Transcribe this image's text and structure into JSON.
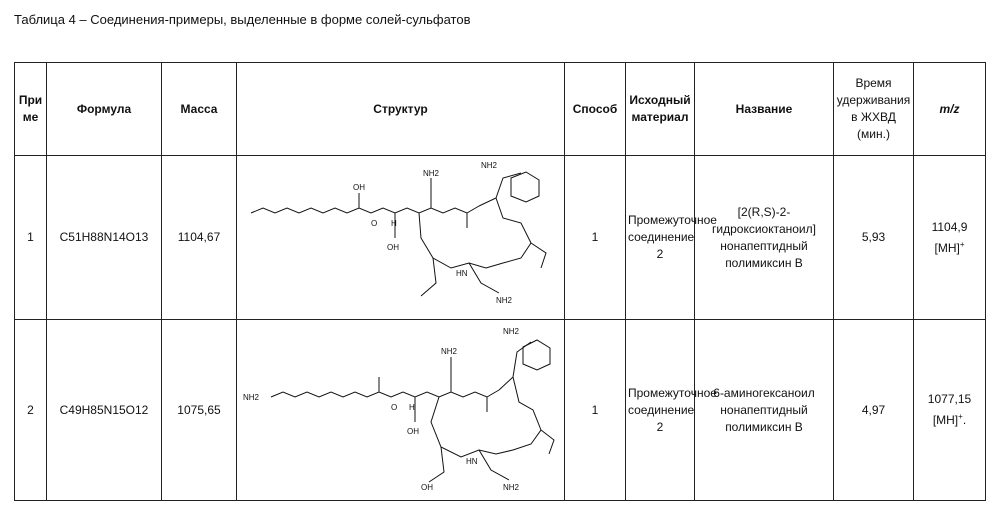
{
  "caption": "Таблица 4 – Соединения-примеры, выделенные в форме солей-сульфатов",
  "headers": {
    "example": "При ме",
    "formula": "Формула",
    "mass": "Масса",
    "structure": "Структур",
    "method": "Способ",
    "starting": "Исходный материал",
    "name": "Название",
    "rt": "Время удерживания в ЖХВД (мин.)",
    "mz": "m/z"
  },
  "rows": [
    {
      "example": "1",
      "formula": "C51H88N14O13",
      "mass": "1104,67",
      "method": "1",
      "starting": "Промежуточное соединение 2",
      "name": "[2(R,S)-2-гидроксиоктаноил] нонапептидный полимиксин B",
      "rt": "5,93",
      "mz": "1104,9",
      "mz_ion": "[MH]",
      "mz_sup": "+",
      "mz_tail": "",
      "labels": {
        "oh": "OH",
        "nh2": "NH2",
        "hn": "HN",
        "h": "H",
        "o": "O"
      }
    },
    {
      "example": "2",
      "formula": "C49H85N15O12",
      "mass": "1075,65",
      "method": "1",
      "starting": "Промежуточное соединение 2",
      "name": "6-аминогексаноил нонапептидный полимиксин B",
      "rt": "4,97",
      "mz": "1077,15",
      "mz_ion": "[MH]",
      "mz_sup": "+",
      "mz_tail": ".",
      "labels": {
        "oh": "OH",
        "nh2": "NH2",
        "hn": "HN",
        "h": "H",
        "o": "O"
      }
    }
  ]
}
